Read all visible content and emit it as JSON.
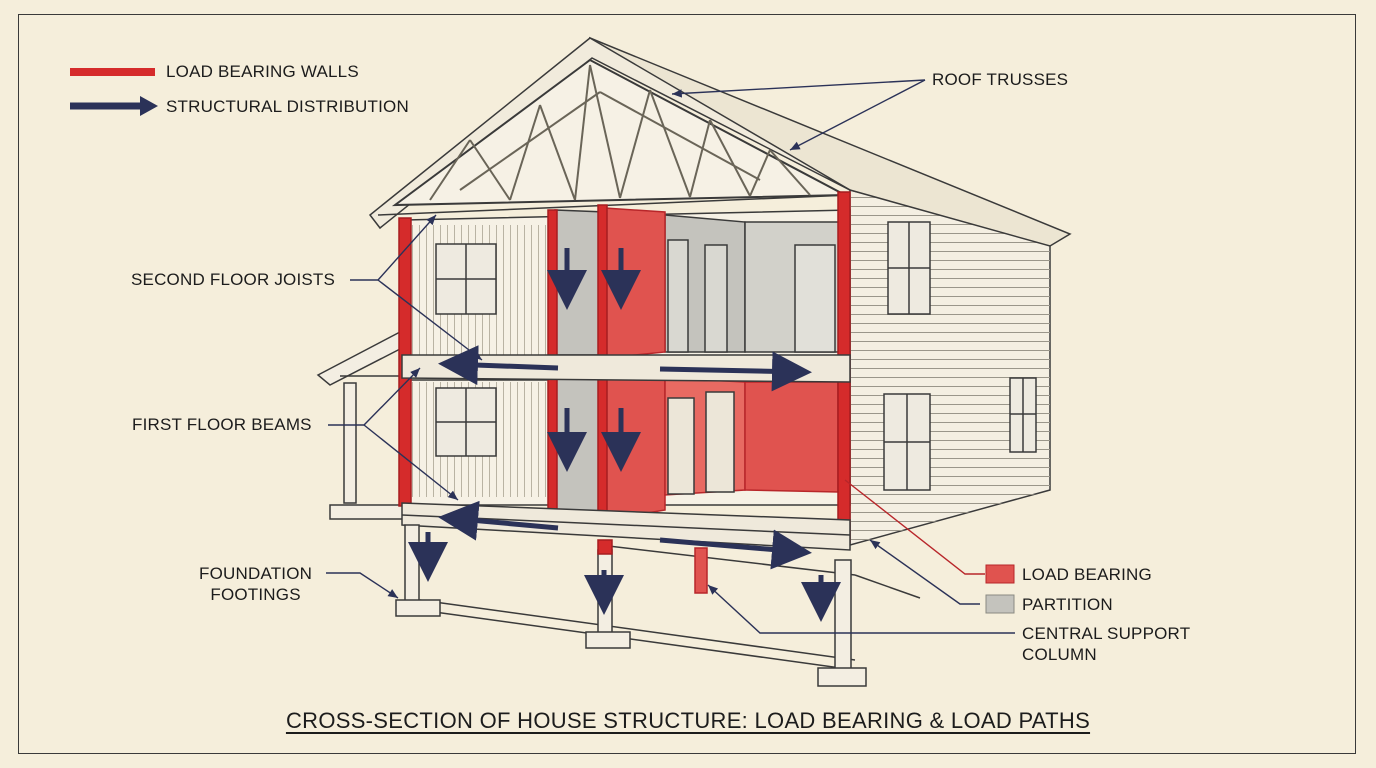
{
  "legend": {
    "load_bearing_walls": "LOAD BEARING WALLS",
    "structural_distribution": "STRUCTURAL DISTRIBUTION"
  },
  "callouts": {
    "roof_trusses": "ROOF TRUSSES",
    "second_floor_joists": "SECOND FLOOR JOISTS",
    "first_floor_beams": "FIRST FLOOR BEAMS",
    "foundation_footings_line1": "FOUNDATION",
    "foundation_footings_line2": "FOOTINGS",
    "load_bearing": "LOAD BEARING",
    "partition": "PARTITION",
    "central_support_column_line1": "CENTRAL SUPPORT",
    "central_support_column_line2": "COLUMN"
  },
  "title": "CROSS-SECTION OF HOUSE STRUCTURE: LOAD BEARING & LOAD PATHS",
  "colors": {
    "background": "#f5eedb",
    "load_bearing": "#e0534f",
    "load_bearing_edge": "#c7262a",
    "partition": "#c4c3bd",
    "arrow": "#2b3258",
    "line": "#3a3a3a"
  }
}
